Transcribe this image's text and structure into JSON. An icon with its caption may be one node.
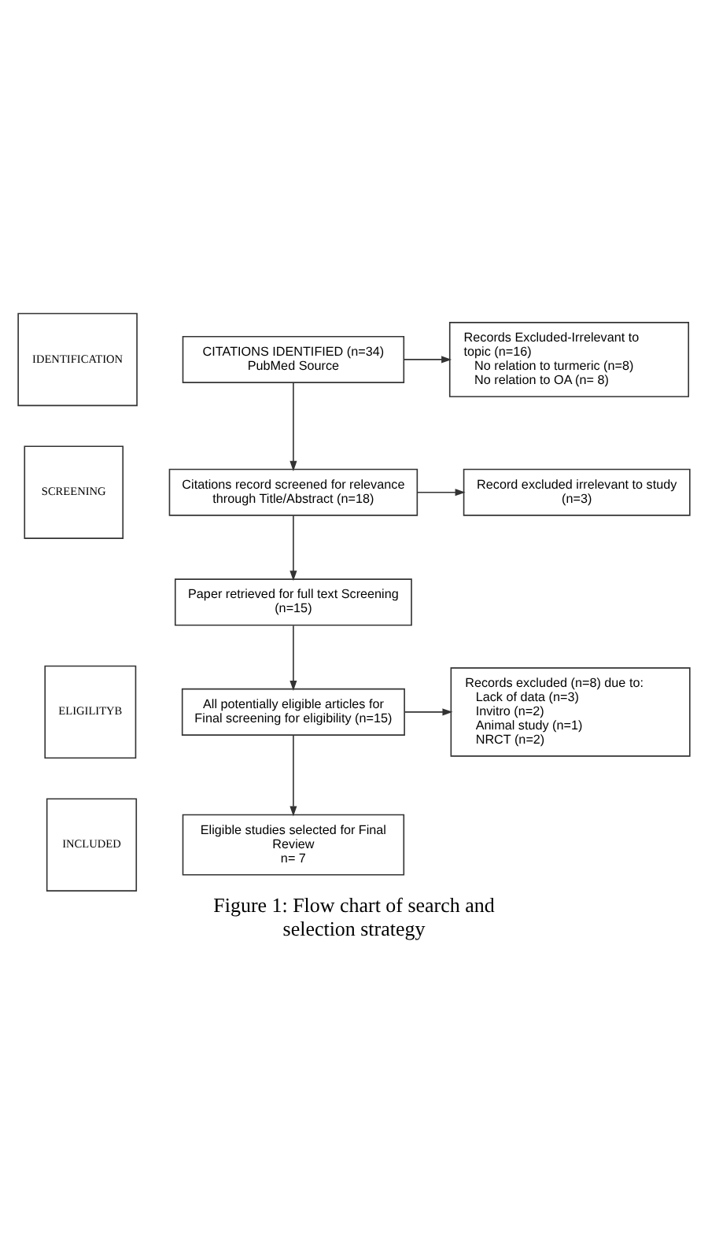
{
  "diagram": {
    "caption": "Figure 1: Flow chart of search and selection strategy",
    "nodes": [
      {
        "text": [
          "IDENTIFICATION"
        ]
      },
      {
        "text": [
          "SCREENING"
        ]
      },
      {
        "text": [
          "ELIGILITYB"
        ]
      },
      {
        "text": [
          "INCLUDED"
        ]
      },
      {
        "text": [
          "CITATIONS IDENTIFIED (n=34)",
          "PubMed Source"
        ]
      },
      {
        "text": [
          "Records Excluded-Irrelevant to topic (n=16)",
          "No relation to turmeric (n=8)",
          "No relation to OA (n= 8)"
        ]
      },
      {
        "text": [
          "Citations record screened for relevance through Title/Abstract (n=18)"
        ]
      },
      {
        "text": [
          "Record excluded irrelevant to study (n=3)"
        ]
      },
      {
        "text": [
          "Paper retrieved for full text Screening",
          "(n=15)"
        ]
      },
      {
        "text": [
          "All potentially eligible articles for Final screening for eligibility (n=15)"
        ]
      },
      {
        "text": [
          "Records excluded (n=8) due to:",
          "Lack of data (n=3)",
          "Invitro (n=2)",
          "Animal study (n=1)",
          "NRCT (n=2)"
        ]
      },
      {
        "text": [
          "Eligible studies selected for Final Review",
          "n= 7"
        ]
      }
    ],
    "edges": [
      {
        "from": 4,
        "to": 6,
        "arrow": "to"
      },
      {
        "from": 4,
        "to": 5,
        "arrow": "to"
      },
      {
        "from": 6,
        "to": 8,
        "arrow": "to"
      },
      {
        "from": 6,
        "to": 7,
        "arrow": "to"
      },
      {
        "from": 8,
        "to": 9,
        "arrow": "to"
      },
      {
        "from": 9,
        "to": 11,
        "arrow": "to"
      },
      {
        "from": 9,
        "to": 10,
        "arrow": "to"
      }
    ]
  }
}
